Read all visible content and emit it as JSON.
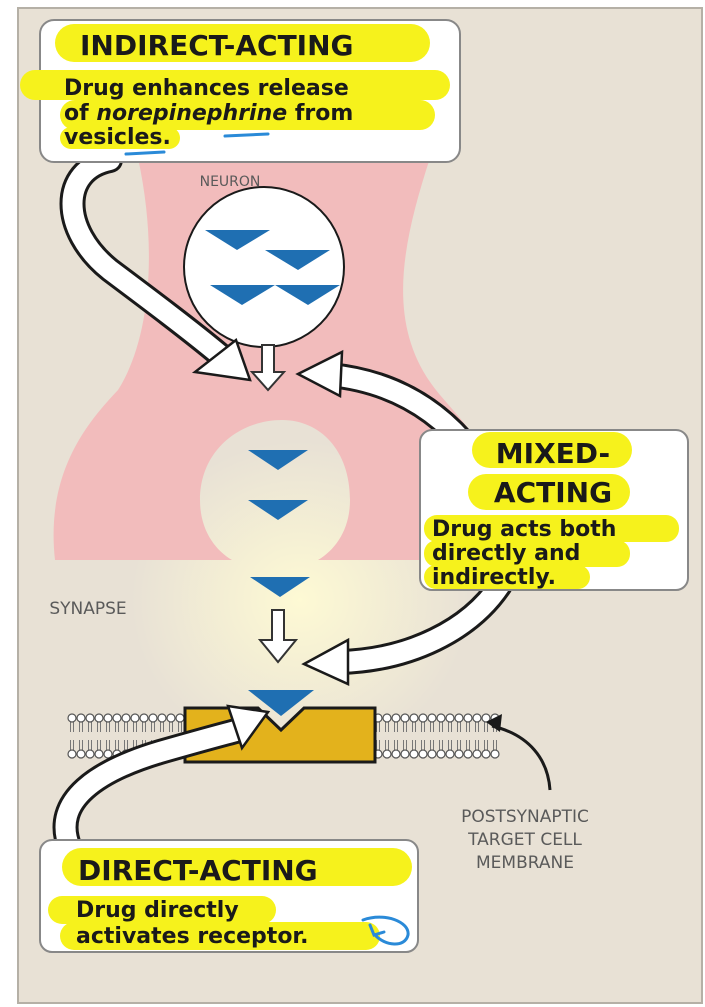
{
  "colors": {
    "background": "#e8e1d5",
    "neuron": "#f2bcbc",
    "vesicle_fill": "#ffffff",
    "nt_blue": "#1f6fb2",
    "receptor": "#e3b21c",
    "highlight": "#f6f21c",
    "pen_blue": "#2a8ad8"
  },
  "labels": {
    "neuron": "NEURON",
    "synapse": "SYNAPSE",
    "postsynaptic": [
      "POSTSYNAPTIC",
      "TARGET CELL",
      "MEMBRANE"
    ]
  },
  "indirect": {
    "title": "INDIRECT-ACTING",
    "line1": "Drug enhances release",
    "line2_prefix": "of ",
    "line2_italic": "norepinephrine",
    "line2_suffix": " from",
    "line3": "vesicles."
  },
  "mixed": {
    "title1": "MIXED-",
    "title2": "ACTING",
    "line1": "Drug acts both",
    "line2": "directly and",
    "line3": "indirectly."
  },
  "direct": {
    "title": "DIRECT-ACTING",
    "line1": "Drug directly",
    "line2": "activates receptor."
  }
}
